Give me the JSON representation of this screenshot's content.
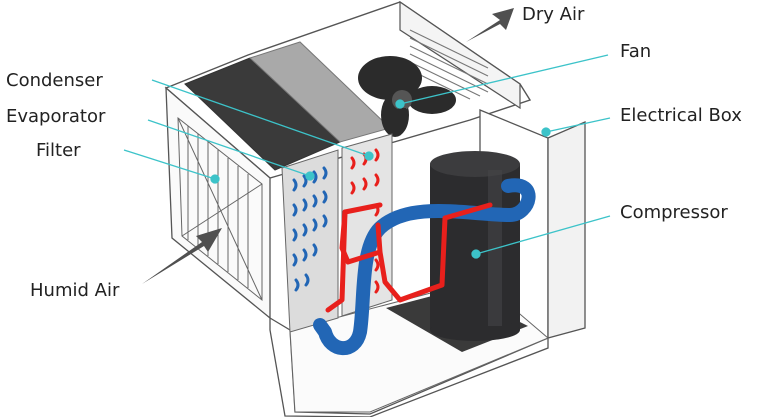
{
  "labels": {
    "dry_air": "Dry Air",
    "fan": "Fan",
    "condenser": "Condenser",
    "evaporator": "Evaporator",
    "filter": "Filter",
    "electrical_box": "Electrical Box",
    "compressor": "Compressor",
    "humid_air": "Humid Air"
  },
  "colors": {
    "leader_line": "#3cc3c9",
    "hot_refrigerant": "#e8201c",
    "cold_refrigerant": "#2266b5",
    "compressor": "#2c2c2e",
    "fan": "#2b2b2b",
    "outline": "#555555",
    "arrow": "#505050"
  }
}
